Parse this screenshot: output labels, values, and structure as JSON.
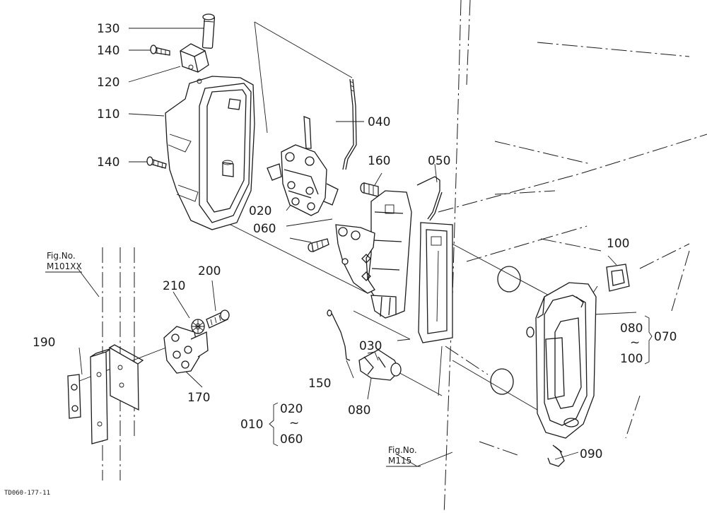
{
  "parts": {
    "p130": "130",
    "p140a": "140",
    "p120": "120",
    "p110": "110",
    "p140b": "140",
    "p040": "040",
    "p160": "160",
    "p050": "050",
    "p020": "020",
    "p060": "060",
    "p100": "100",
    "p200": "200",
    "p210": "210",
    "p190": "190",
    "p170": "170",
    "p150": "150",
    "p080": "080",
    "p030": "030",
    "p090": "090",
    "p070": "070"
  },
  "ranges": {
    "r070": {
      "from": "080",
      "tilde": "~",
      "to": "100"
    },
    "r010": {
      "label": "010",
      "from": "020",
      "tilde": "~",
      "to": "060"
    }
  },
  "refs": {
    "m101": {
      "line1": "Fig.No.",
      "line2": "M101XX"
    },
    "m115": {
      "line1": "Fig.No.",
      "line2": "M115"
    }
  },
  "drawing_code": "TD060-177-11"
}
